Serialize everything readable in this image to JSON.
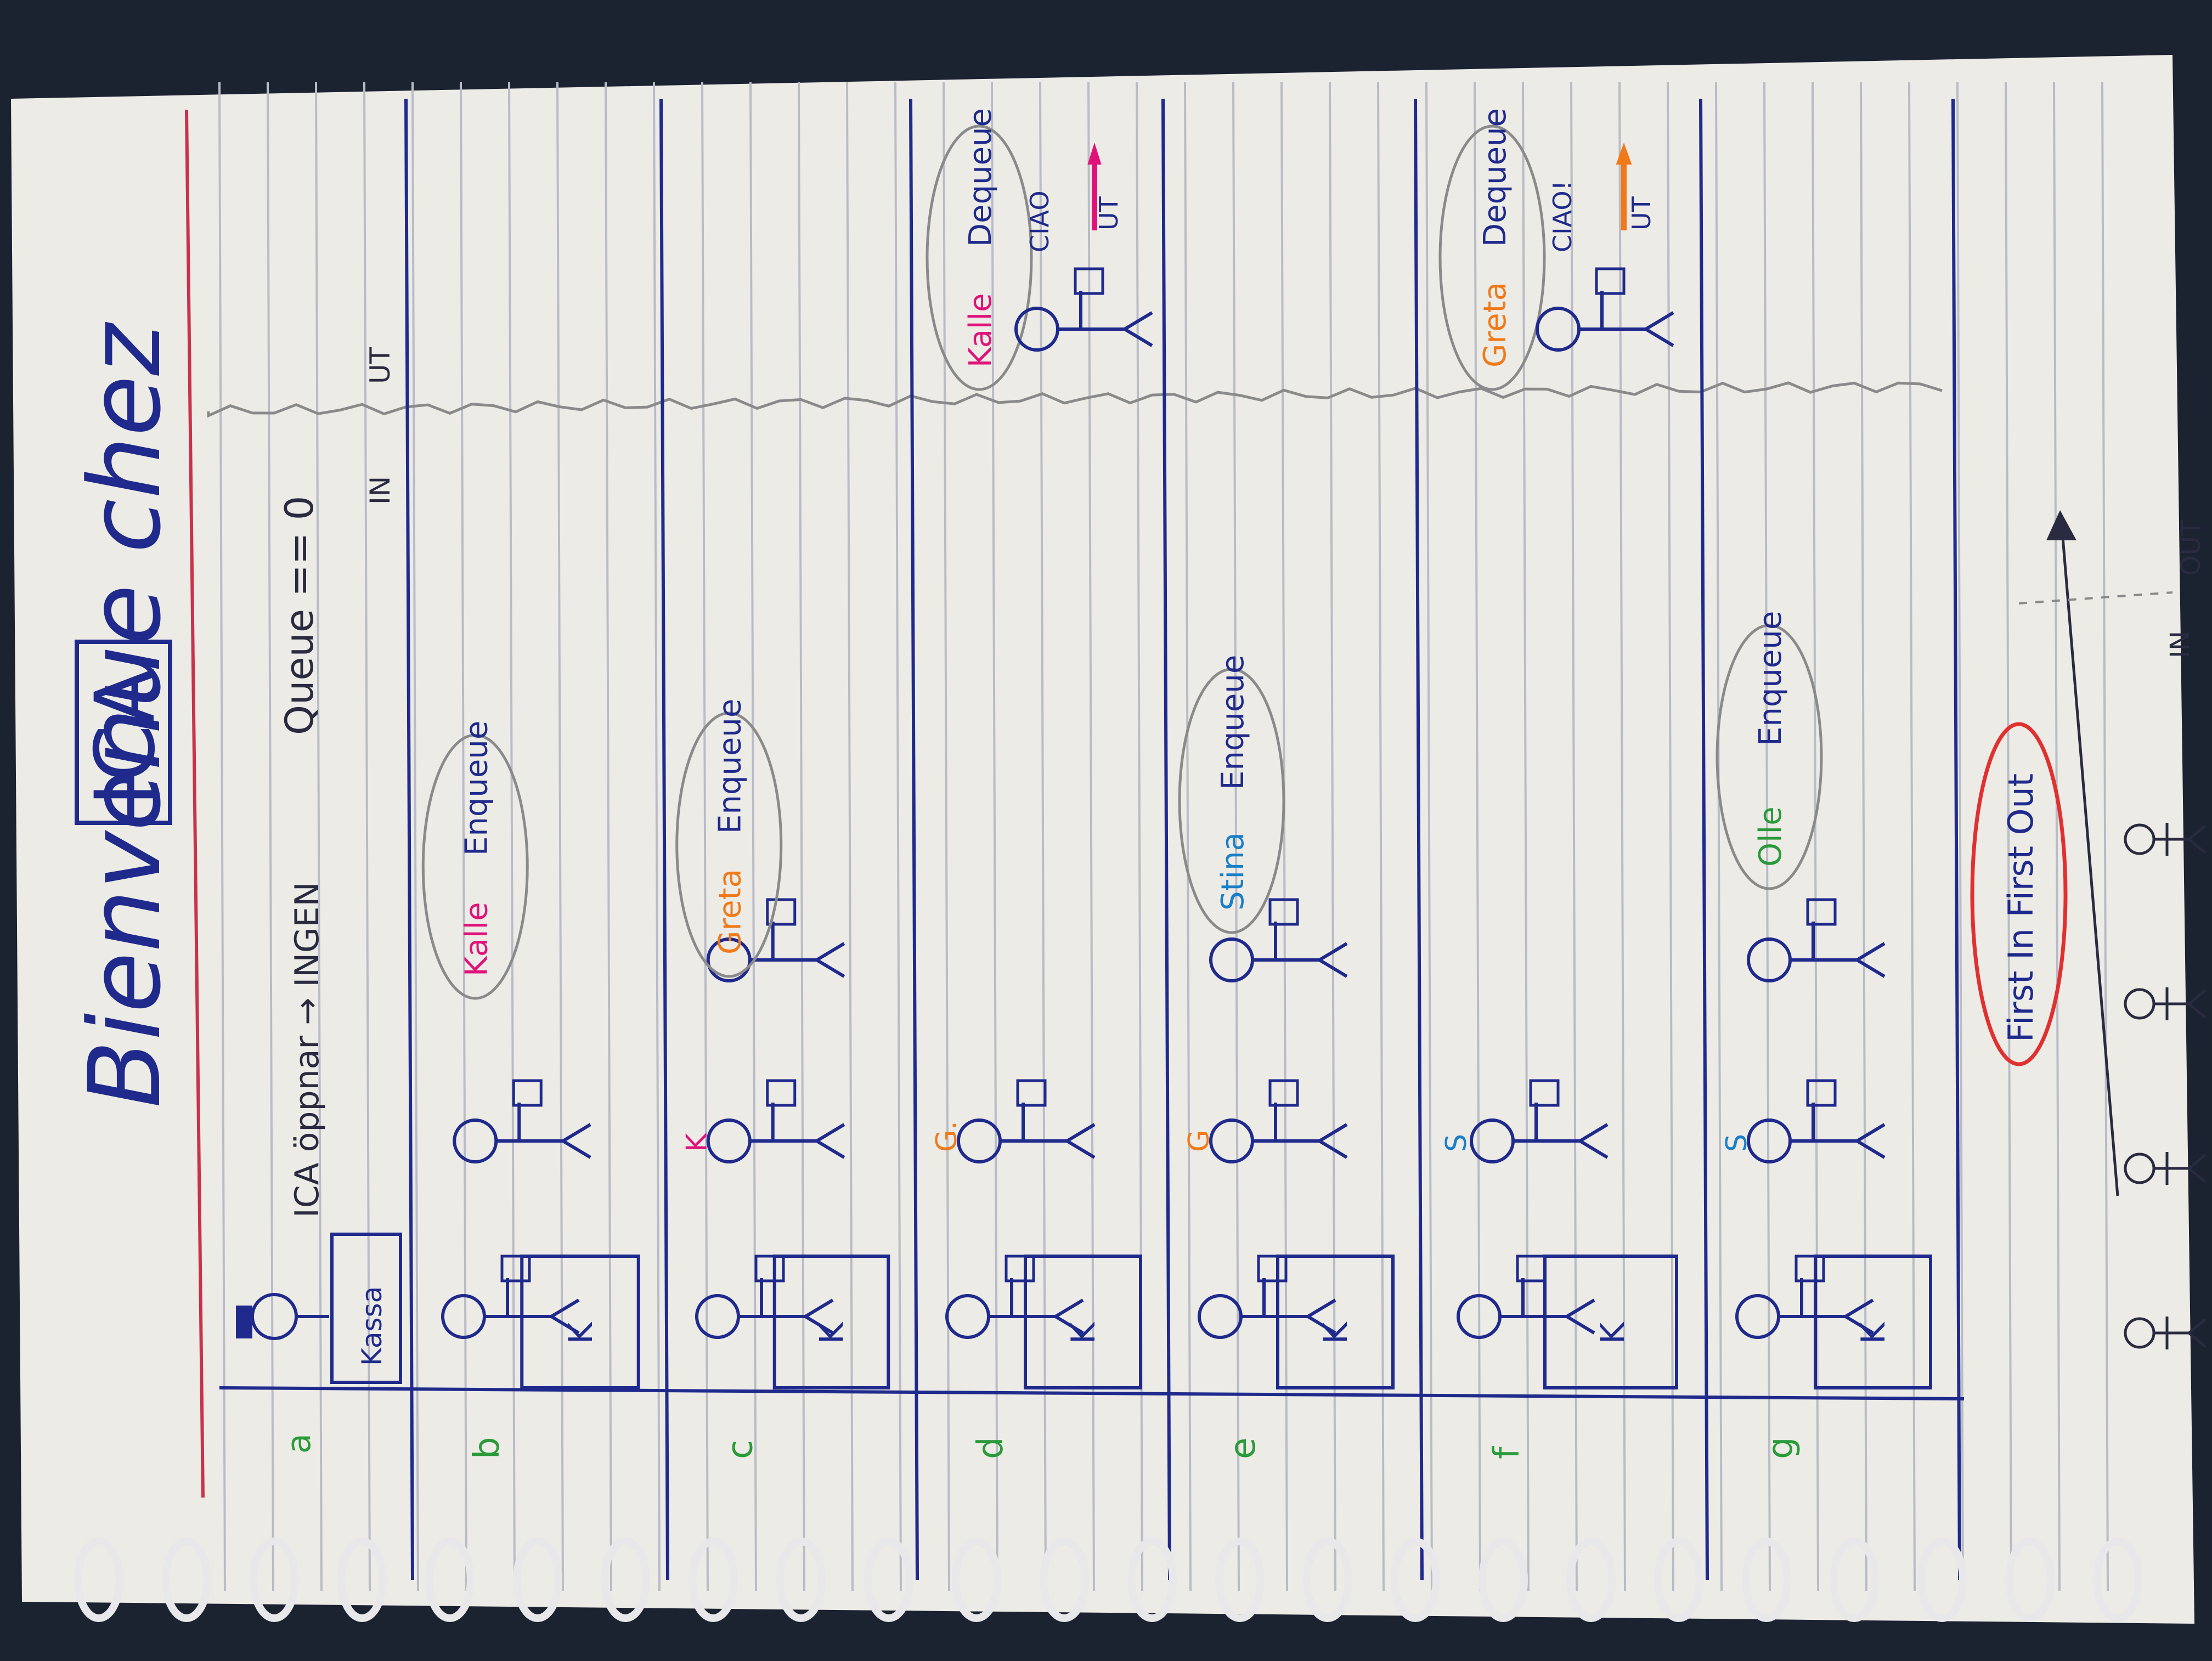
{
  "title": {
    "prefix": "Bienvenue chez",
    "brand": "ICA"
  },
  "panel_a": {
    "letter": "a",
    "register_label": "Kassa",
    "note": "ICA öppnar → INGEN",
    "queue_state": "Queue == 0",
    "in_label": "IN",
    "out_label": "UT"
  },
  "steps": [
    {
      "letter": "b",
      "register": "K",
      "event_name": "Kalle",
      "event_action": "Enqueue",
      "queue": [
        {
          "label": "",
          "color": "#1f2a8c"
        }
      ]
    },
    {
      "letter": "c",
      "register": "K",
      "event_name": "Greta",
      "event_action": "Enqueue",
      "queue": [
        {
          "label": "K",
          "color": "#e0127a"
        },
        {
          "label": "",
          "color": "#1f2a8c"
        }
      ]
    },
    {
      "letter": "d",
      "register": "K",
      "event_name": "Kalle",
      "event_action": "Dequeue",
      "ciao": "CIAO",
      "out_label": "UT",
      "queue": [
        {
          "label": "G.",
          "color": "#f07a1a"
        }
      ]
    },
    {
      "letter": "e",
      "register": "K",
      "event_name": "Stina",
      "event_action": "Enqueue",
      "queue": [
        {
          "label": "G",
          "color": "#f07a1a"
        },
        {
          "label": "",
          "color": "#1f2a8c"
        }
      ]
    },
    {
      "letter": "f",
      "register": "K",
      "event_name": "Greta",
      "event_action": "Dequeue",
      "ciao": "CIAO!",
      "out_label": "UT",
      "queue": [
        {
          "label": "S",
          "color": "#1a7fc8"
        }
      ]
    },
    {
      "letter": "g",
      "register": "K",
      "event_name": "Olle",
      "event_action": "Enqueue",
      "queue": [
        {
          "label": "S",
          "color": "#1a7fc8"
        },
        {
          "label": "",
          "color": "#1f2a8c"
        }
      ]
    }
  ],
  "fifo": {
    "first": "F",
    "in": "In",
    "first2": "F",
    "out": "Out",
    "text": "First In First Out"
  },
  "axis": {
    "in_label": "IN",
    "out_label": "OUT"
  },
  "colors": {
    "paper": "#ecebe6",
    "ink_blue": "#1f2a8c",
    "pink": "#e0127a",
    "orange": "#f07a1a",
    "light_blue": "#1a7fc8",
    "green": "#2a9a3a",
    "red_margin": "#c8324a",
    "pencil": "#8a8a8a",
    "fifo_border": "#e03030"
  }
}
